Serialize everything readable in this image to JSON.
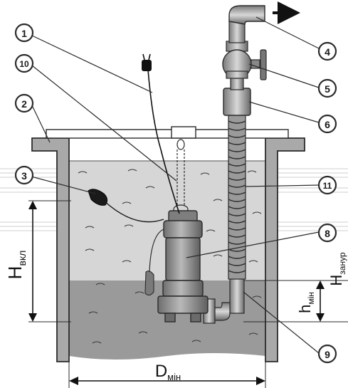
{
  "callouts": [
    {
      "id": "c1",
      "label": "1"
    },
    {
      "id": "c2",
      "label": "2"
    },
    {
      "id": "c3",
      "label": "3"
    },
    {
      "id": "c4",
      "label": "4"
    },
    {
      "id": "c5",
      "label": "5"
    },
    {
      "id": "c6",
      "label": "6"
    },
    {
      "id": "c8",
      "label": "8"
    },
    {
      "id": "c9",
      "label": "9"
    },
    {
      "id": "c10",
      "label": "10"
    },
    {
      "id": "c11",
      "label": "11"
    }
  ],
  "dimensions": {
    "h_vkl": {
      "main": "H",
      "sub": "вкл"
    },
    "h_zanur": {
      "main": "H",
      "sub": "занур"
    },
    "h_min": {
      "main": "h",
      "sub": "мін"
    },
    "d_min": {
      "main": "D",
      "sub": "мін"
    }
  },
  "colors": {
    "water_light": "#d6d6d6",
    "water_dark": "#9a9a9a",
    "wall": "#a9a9a9",
    "outline": "#2b2b2b",
    "pump_body": "#8c8c8c"
  }
}
